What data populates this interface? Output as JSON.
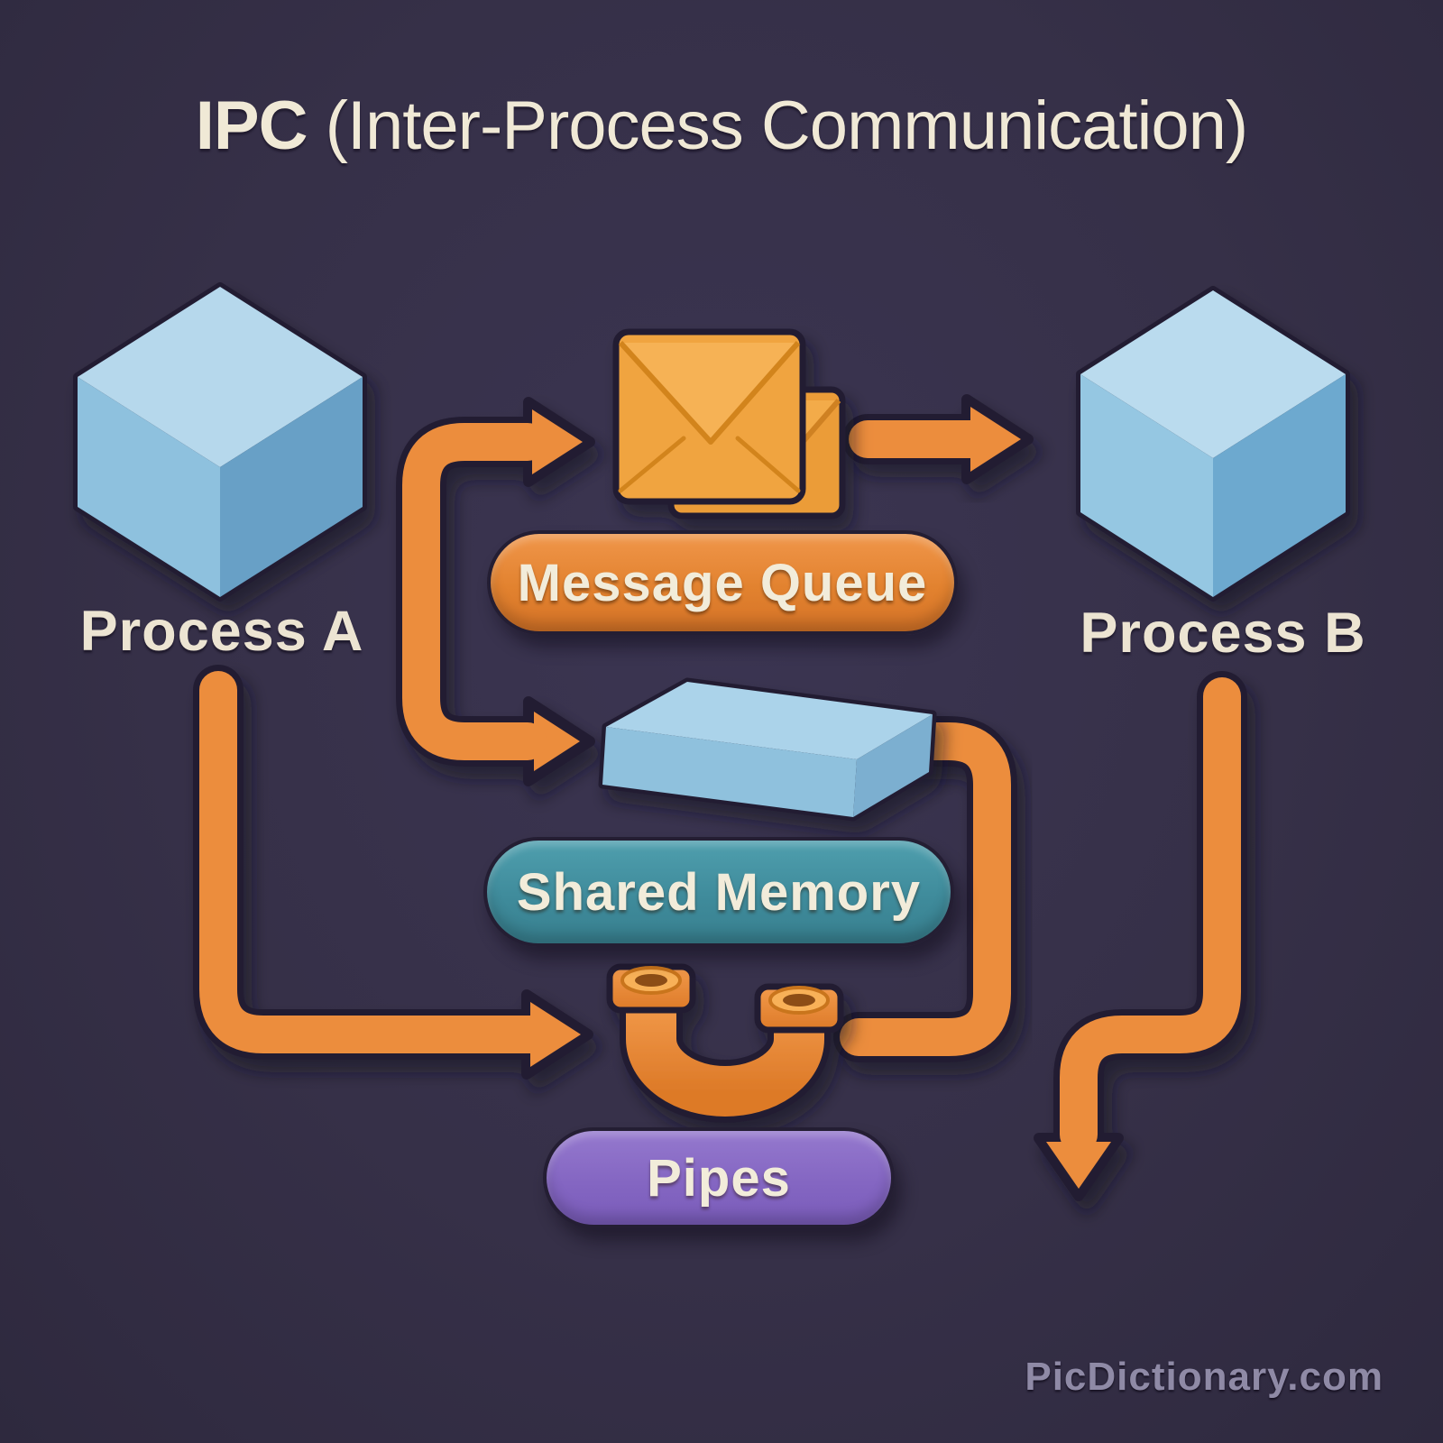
{
  "title": {
    "abbr": "IPC",
    "rest": " (Inter-Process Communication)"
  },
  "nodes": {
    "process_a": {
      "label": "Process A"
    },
    "process_b": {
      "label": "Process B"
    }
  },
  "mechanisms": [
    {
      "id": "message_queue",
      "label": "Message Queue",
      "pill_color": "#e2822f",
      "icon": "envelopes-icon"
    },
    {
      "id": "shared_memory",
      "label": "Shared Memory",
      "pill_color": "#3f8b9b",
      "icon": "memory-block-icon"
    },
    {
      "id": "pipes",
      "label": "Pipes",
      "pill_color": "#8466c2",
      "icon": "u-pipe-icon"
    }
  ],
  "watermark": "PicDictionary.com",
  "colors": {
    "background": "#363048",
    "arrow_orange": "#ec8d3d",
    "outline_dark": "#241e33",
    "cube_top": "#b6d8ec",
    "cube_left": "#8ec1de",
    "cube_right": "#67a0c6",
    "envelope_orange": "#f0a440",
    "text_cream": "#f0e9d6",
    "watermark_gray": "#8f8aa6"
  }
}
